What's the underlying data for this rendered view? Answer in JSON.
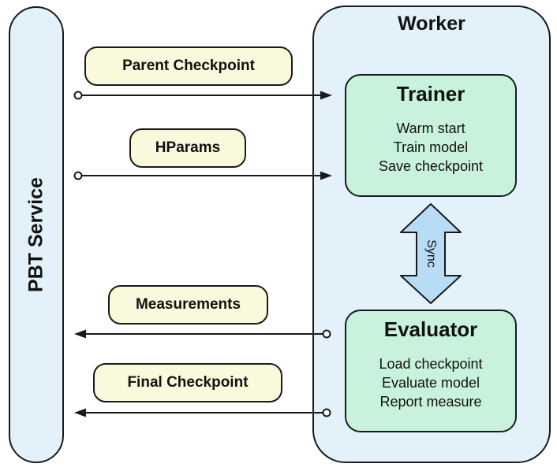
{
  "service": {
    "label": "PBT Service"
  },
  "worker": {
    "title": "Worker",
    "trainer": {
      "title": "Trainer",
      "lines": [
        "Warm start",
        "Train model",
        "Save checkpoint"
      ]
    },
    "evaluator": {
      "title": "Evaluator",
      "lines": [
        "Load checkpoint",
        "Evaluate model",
        "Report measure"
      ]
    },
    "sync_label": "Sync"
  },
  "messages": {
    "parent_checkpoint": "Parent Checkpoint",
    "hparams": "HParams",
    "measurements": "Measurements",
    "final_checkpoint": "Final Checkpoint"
  },
  "colors": {
    "container_fill": "#e3f1fb",
    "module_fill": "#c8f2dc",
    "message_fill": "#fbf9dc",
    "sync_arrow_fill": "#b9dcf6",
    "stroke": "#1a1a1a"
  }
}
